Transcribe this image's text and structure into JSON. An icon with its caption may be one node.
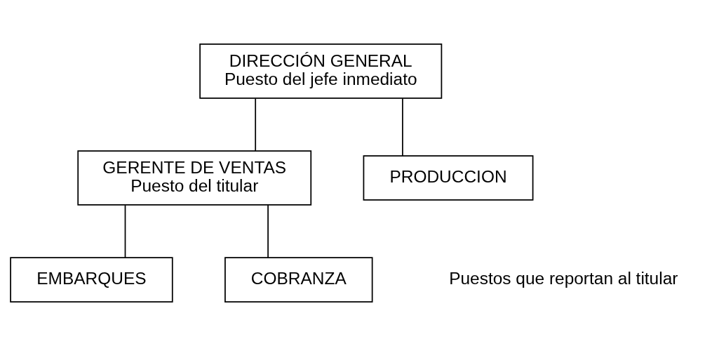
{
  "diagram": {
    "nodes": [
      {
        "text": [
          "DIRECCIÓN GENERAL",
          "Puesto del jefe inmediato"
        ]
      },
      {
        "text": [
          "GERENTE DE VENTAS",
          "Puesto del titular"
        ]
      },
      {
        "text": [
          "PRODUCCION"
        ]
      },
      {
        "text": [
          "EMBARQUES"
        ]
      },
      {
        "text": [
          "COBRANZA"
        ]
      }
    ],
    "edges": [
      {
        "from": 0,
        "to": 1,
        "arrow": "none"
      },
      {
        "from": 0,
        "to": 2,
        "arrow": "none"
      },
      {
        "from": 1,
        "to": 3,
        "arrow": "none"
      },
      {
        "from": 1,
        "to": 4,
        "arrow": "none"
      }
    ],
    "labels": [
      "Puestos que reportan al titular"
    ]
  }
}
